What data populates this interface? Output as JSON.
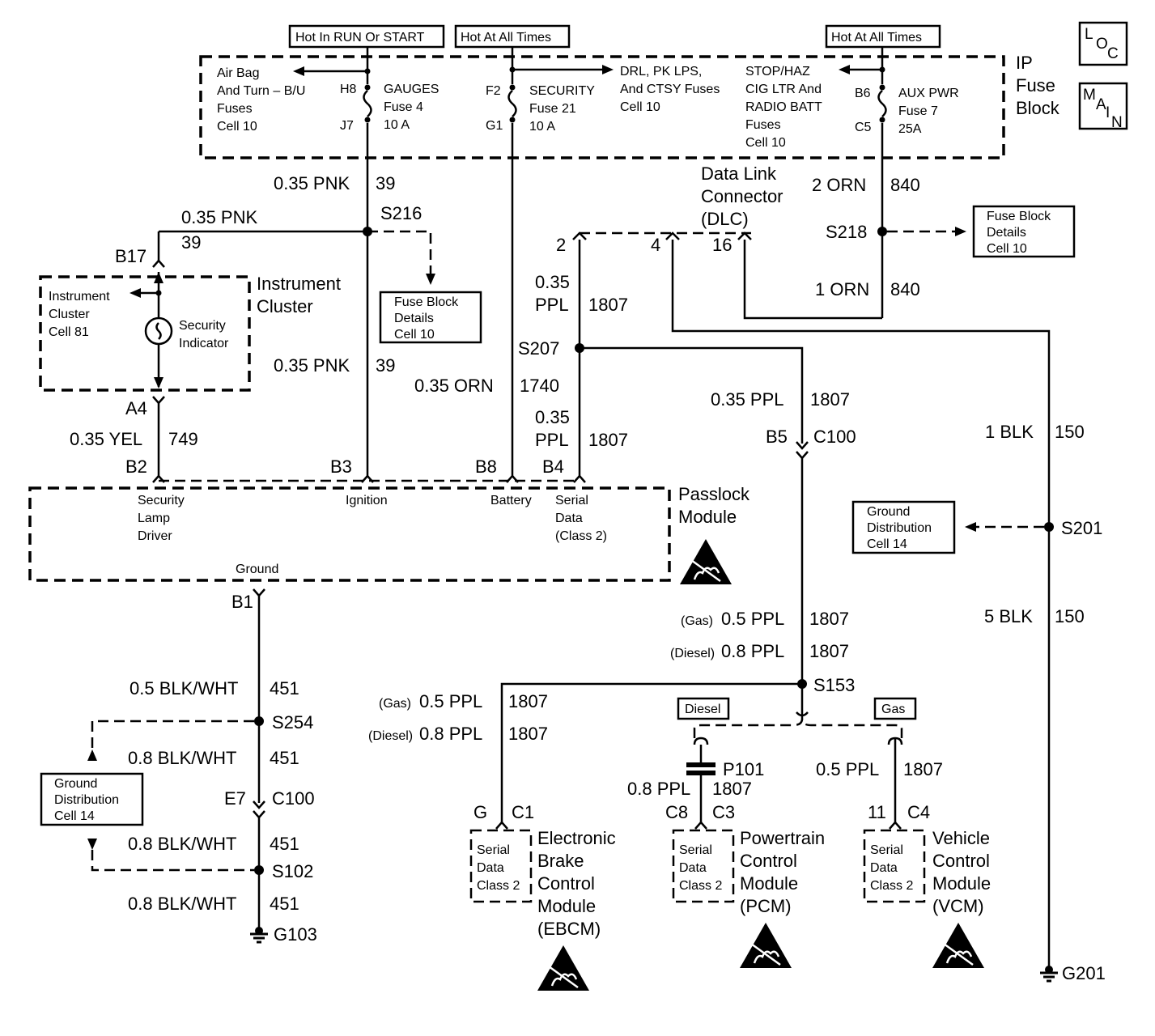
{
  "labels": {
    "power_ignition": "Hot In RUN Or START",
    "power_always_1": "Hot At All Times",
    "power_always_2": "Hot At All Times",
    "loc_l": "L",
    "loc_o": "O",
    "loc_c": "C",
    "main_m": "M",
    "main_a": "A",
    "main_i": "I",
    "main_n": "N",
    "ip_fuse_block": [
      "IP",
      "Fuse",
      "Block"
    ],
    "airbag_ref": [
      "Air Bag",
      "And Turn – B/U",
      "Fuses",
      "Cell 10"
    ],
    "gauges_fuse": [
      "GAUGES",
      "Fuse 4",
      "10 A"
    ],
    "security_fuse": [
      "SECURITY",
      "Fuse 21",
      "10 A"
    ],
    "drl_ref": [
      "DRL, PK LPS,",
      "And CTSY Fuses",
      "Cell 10"
    ],
    "stop_ref": [
      "STOP/HAZ",
      "CIG LTR And",
      "RADIO BATT",
      "Fuses",
      "Cell 10"
    ],
    "aux_fuse": [
      "AUX PWR",
      "Fuse 7",
      "25A"
    ],
    "dlc": [
      "Data Link",
      "Connector",
      "(DLC)"
    ],
    "instrument_cluster": [
      "Instrument",
      "Cluster"
    ],
    "cluster_ref": [
      "Instrument",
      "Cluster",
      "Cell 81"
    ],
    "security_indicator": [
      "Security",
      "Indicator"
    ],
    "fuse_block_details_1": [
      "Fuse Block",
      "Details",
      "Cell 10"
    ],
    "fuse_block_details_2": [
      "Fuse Block",
      "Details",
      "Cell 10"
    ],
    "ground_dist_1": [
      "Ground",
      "Distribution",
      "Cell 14"
    ],
    "ground_dist_2": [
      "Ground",
      "Distribution",
      "Cell 14"
    ],
    "passlock": [
      "Passlock",
      "Module"
    ],
    "pin_security": [
      "Security",
      "Lamp",
      "Driver"
    ],
    "pin_ignition": "Ignition",
    "pin_battery": "Battery",
    "pin_serial": [
      "Serial",
      "Data",
      "(Class 2)"
    ],
    "pin_ground": "Ground",
    "serial_data": [
      "Serial",
      "Data",
      "Class 2"
    ],
    "ebcm": [
      "Electronic",
      "Brake",
      "Control",
      "Module",
      "(EBCM)"
    ],
    "pcm": [
      "Powertrain",
      "Control",
      "Module",
      "(PCM)"
    ],
    "vcm": [
      "Vehicle",
      "Control",
      "Module",
      "(VCM)"
    ],
    "diesel_tag": "Diesel",
    "gas_tag": "Gas",
    "gas_paren": "(Gas)",
    "diesel_paren": "(Diesel)"
  },
  "pins": {
    "H8": "H8",
    "J7": "J7",
    "F2": "F2",
    "G1": "G1",
    "B6": "B6",
    "C5": "C5",
    "B17": "B17",
    "A4": "A4",
    "B2": "B2",
    "B3": "B3",
    "B8": "B8",
    "B4": "B4",
    "B1": "B1",
    "B5": "B5",
    "E7": "E7",
    "G": "G",
    "C8": "C8",
    "n11": "11",
    "dlc2": "2",
    "dlc4": "4",
    "dlc16": "16"
  },
  "connectors": {
    "C100a": "C100",
    "C100b": "C100",
    "C1": "C1",
    "C3": "C3",
    "C4": "C4",
    "P101": "P101"
  },
  "splices": {
    "S216": "S216",
    "S218": "S218",
    "S207": "S207",
    "S201": "S201",
    "S254": "S254",
    "S102": "S102",
    "S153": "S153"
  },
  "grounds": {
    "G103": "G103",
    "G201": "G201"
  },
  "wires": {
    "w39a": [
      "0.35 PNK",
      "39"
    ],
    "w39b": [
      "0.35 PNK",
      "39"
    ],
    "w39c": [
      "0.35 PNK",
      "39"
    ],
    "w840a": [
      "2 ORN",
      "840"
    ],
    "w840b": [
      "1 ORN",
      "840"
    ],
    "w1807a": [
      "0.35",
      "PPL",
      "1807"
    ],
    "w1740": [
      "0.35 ORN",
      "1740"
    ],
    "w1807b": [
      "0.35",
      "PPL",
      "1807"
    ],
    "w1807c": [
      "0.35 PPL",
      "1807"
    ],
    "w749": [
      "0.35 YEL",
      "749"
    ],
    "w150a": [
      "1 BLK",
      "150"
    ],
    "w150b": [
      "5 BLK",
      "150"
    ],
    "w1807gas": [
      "0.5 PPL",
      "1807"
    ],
    "w1807dsl": [
      "0.8 PPL",
      "1807"
    ],
    "w1807ebgas": [
      "0.5 PPL",
      "1807"
    ],
    "w1807ebdsl": [
      "0.8 PPL",
      "1807"
    ],
    "w1807pcm": [
      "0.8 PPL",
      "1807"
    ],
    "w1807vcm": [
      "0.5 PPL",
      "1807"
    ],
    "w451a": [
      "0.5 BLK/WHT",
      "451"
    ],
    "w451b": [
      "0.8 BLK/WHT",
      "451"
    ],
    "w451c": [
      "0.8 BLK/WHT",
      "451"
    ],
    "w451d": [
      "0.8 BLK/WHT",
      "451"
    ]
  }
}
